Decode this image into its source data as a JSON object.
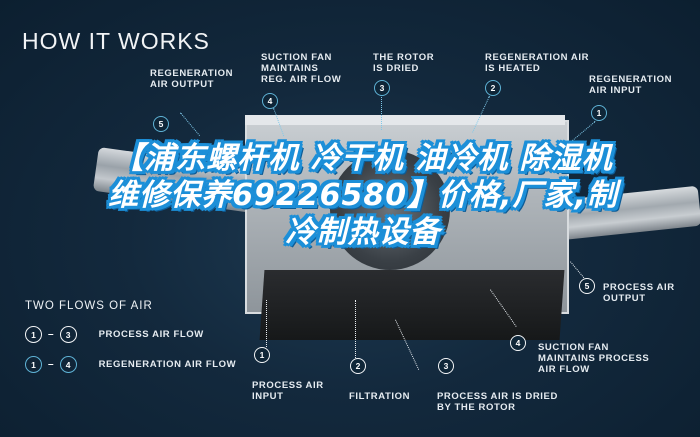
{
  "title": "HOW IT WORKS",
  "headline": "【浦东螺杆机 冷干机 油冷机 除湿机 维修保养69226580】价格,厂家,制冷制热设备",
  "top_steps": [
    {
      "num": "5",
      "label": "REGENERATION\nAIR OUTPUT"
    },
    {
      "num": "4",
      "label": "SUCTION FAN\nMAINTAINS\nREG. AIR FLOW"
    },
    {
      "num": "3",
      "label": "THE ROTOR\nIS DRIED"
    },
    {
      "num": "2",
      "label": "REGENERATION AIR\nIS HEATED"
    },
    {
      "num": "1",
      "label": "REGENERATION\nAIR INPUT"
    }
  ],
  "bottom_steps": [
    {
      "num": "1",
      "label": "PROCESS AIR\nINPUT"
    },
    {
      "num": "2",
      "label": "FILTRATION"
    },
    {
      "num": "3",
      "label": "PROCESS AIR IS DRIED\nBY THE ROTOR"
    },
    {
      "num": "4",
      "label": "SUCTION FAN\nMAINTAINS PROCESS\nAIR FLOW"
    },
    {
      "num": "5",
      "label": "PROCESS AIR\nOUTPUT"
    }
  ],
  "legend": {
    "title": "TWO FLOWS OF AIR",
    "rows": [
      {
        "from": "1",
        "to": "3",
        "label": "PROCESS AIR FLOW",
        "color": "#f2f4f6"
      },
      {
        "from": "1",
        "to": "4",
        "label": "REGENERATION AIR FLOW",
        "color": "#5fb3d6"
      }
    ]
  },
  "colors": {
    "background": "#0f2638",
    "regeneration_accent": "#5fb3d6",
    "process_accent": "#f2f4f6",
    "headline_outline": "#1c8fd8"
  }
}
